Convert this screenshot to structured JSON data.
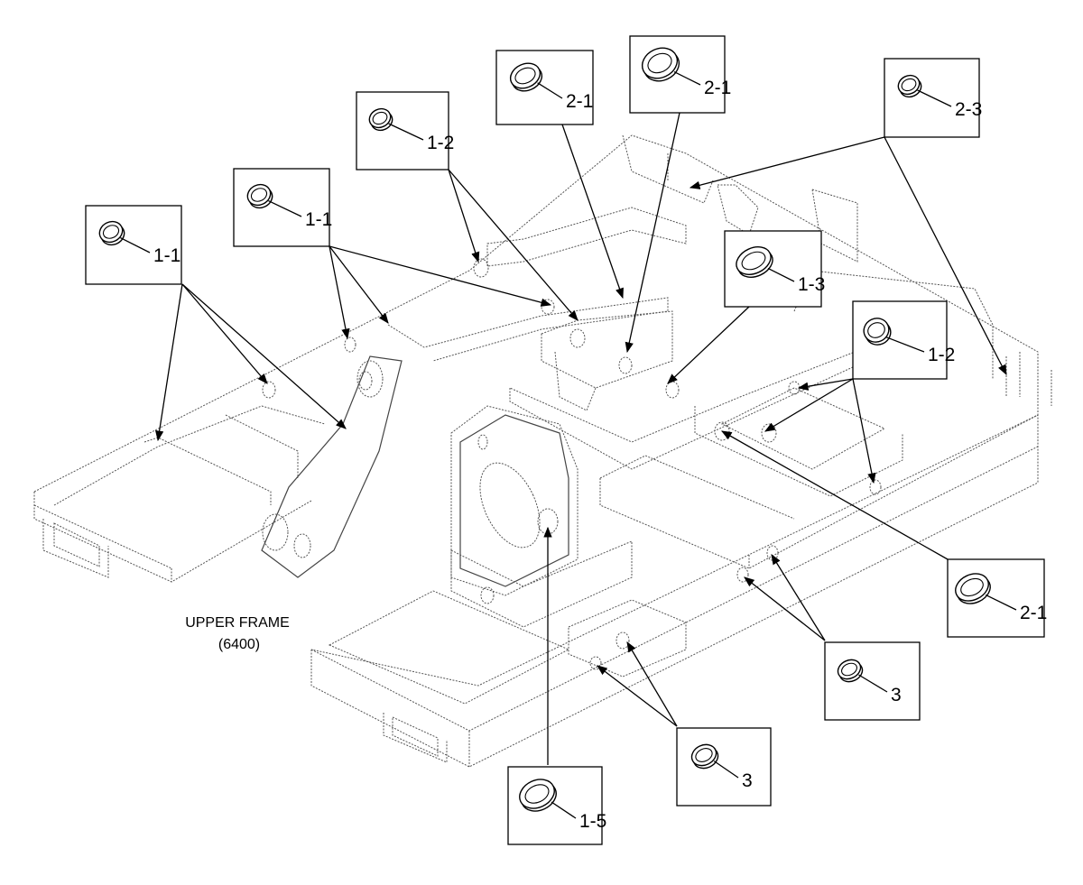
{
  "diagram": {
    "label_line1": "UPPER FRAME",
    "label_line2": "(6400)",
    "callouts": [
      {
        "id": "c1",
        "label": "1-1"
      },
      {
        "id": "c2",
        "label": "1-1"
      },
      {
        "id": "c3",
        "label": "1-2"
      },
      {
        "id": "c4",
        "label": "2-1"
      },
      {
        "id": "c5",
        "label": "2-1"
      },
      {
        "id": "c6",
        "label": "2-3"
      },
      {
        "id": "c7",
        "label": "1-3"
      },
      {
        "id": "c8",
        "label": "1-2"
      },
      {
        "id": "c9",
        "label": "2-1"
      },
      {
        "id": "c10",
        "label": "3"
      },
      {
        "id": "c11",
        "label": "3"
      },
      {
        "id": "c12",
        "label": "1-5"
      }
    ]
  }
}
